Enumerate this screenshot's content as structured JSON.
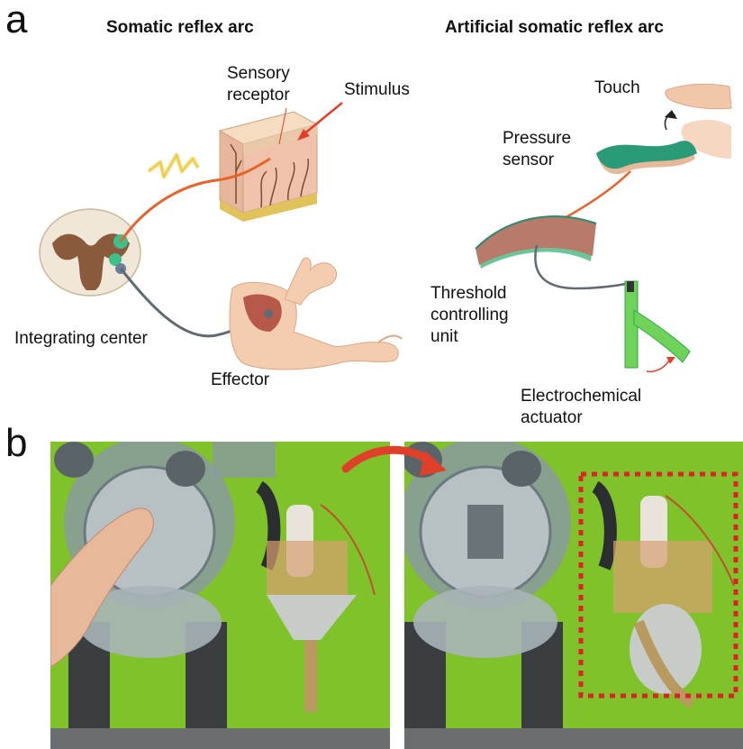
{
  "panel_a": {
    "letter": "a",
    "left_title": "Somatic reflex arc",
    "right_title": "Artificial somatic reflex arc",
    "labels": {
      "sensory_receptor": "Sensory\nreceptor",
      "stimulus": "Stimulus",
      "integrating_center": "Integrating center",
      "effector": "Effector",
      "touch": "Touch",
      "pressure_sensor": "Pressure\nsensor",
      "threshold_unit": "Threshold\ncontrolling\nunit",
      "electrochemical_actuator": "Electrochemical\nactuator"
    },
    "colors": {
      "nerve_orange": "#e8622a",
      "nerve_gray": "#5f6b70",
      "skin": "#f2c6a8",
      "cord_brown": "#8a5a3c",
      "sensor_green": "#2a9a78",
      "actuator_green": "#6fd35a",
      "arrow_red": "#e0402a"
    }
  },
  "panel_b": {
    "letter": "b",
    "colors": {
      "background_green": "#7fc22a",
      "highlight_box": "#e0202a"
    }
  }
}
